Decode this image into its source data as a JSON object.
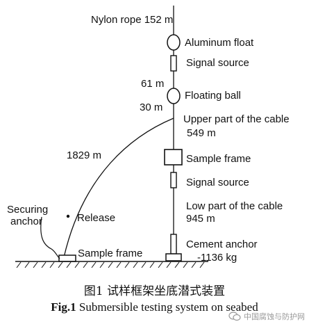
{
  "diagram": {
    "labels": {
      "nylon_rope": "Nylon rope 152 m",
      "aluminum_float": "Aluminum float",
      "signal_source_top": "Signal source",
      "len_61": "61 m",
      "floating_ball": "Floating ball",
      "len_30": "30 m",
      "upper_cable_1": "Upper part of the cable",
      "upper_cable_2": "549 m",
      "len_1829": "1829 m",
      "sample_frame_right": "Sample frame",
      "signal_source_bottom": "Signal source",
      "securing_anchor_1": "Securing",
      "securing_anchor_2": "anchor",
      "release": "Release",
      "low_cable_1": "Low part of the cable",
      "low_cable_2": "945 m",
      "sample_frame_left": "Sample frame",
      "cement_anchor_1": "Cement anchor",
      "cement_anchor_2": "-1136 kg"
    }
  },
  "caption": {
    "cn": "图1 试样框架坐底潜式装置",
    "en_prefix": "Fig.1",
    "en_text": "Submersible testing system on seabed"
  },
  "watermark": {
    "text": "中国腐蚀与防护网"
  }
}
